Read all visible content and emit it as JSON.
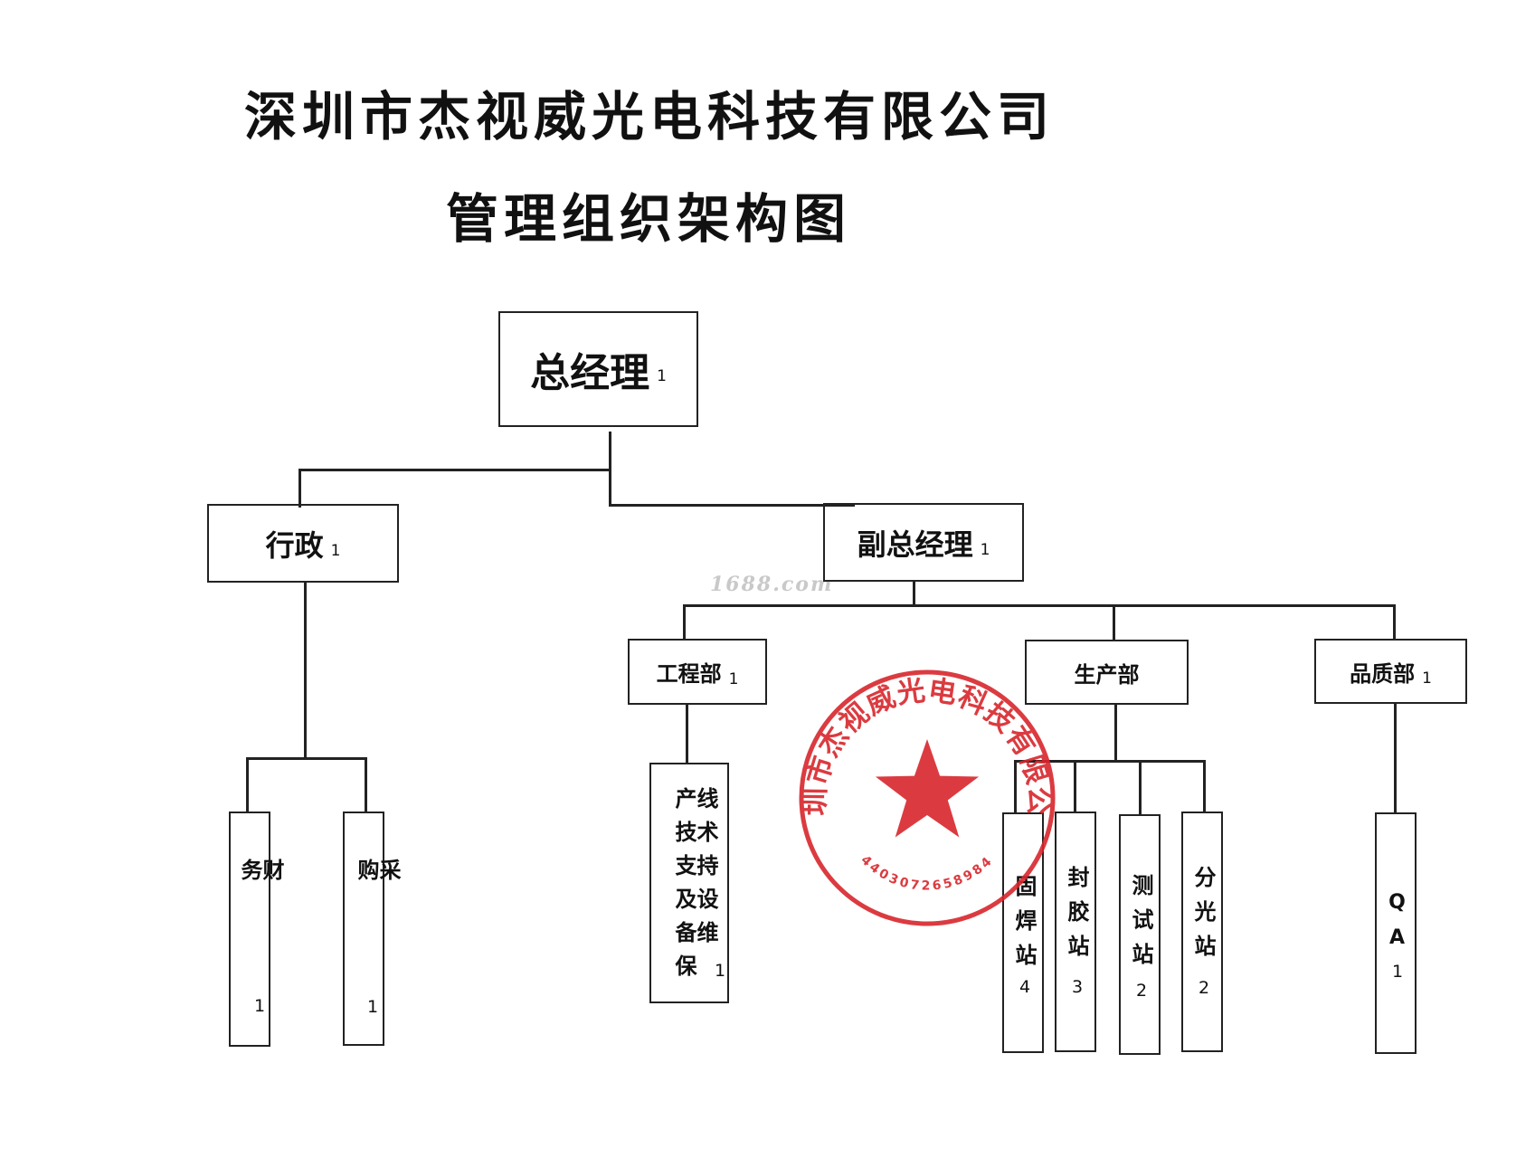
{
  "title": "深圳市杰视威光电科技有限公司",
  "subtitle": "管理组织架构图",
  "watermark": "1688.com",
  "stamp": {
    "text": "深圳市杰视威光电科技有限公司",
    "code": "4403072658984",
    "color": "#d8262c"
  },
  "nodes": {
    "general_manager": {
      "label": "总经理",
      "count": "1"
    },
    "administration": {
      "label": "行政",
      "count": "1"
    },
    "deputy_gm": {
      "label": "副总经理",
      "count": "1"
    },
    "engineering": {
      "label": "工程部",
      "count": "1"
    },
    "production": {
      "label": "生产部"
    },
    "quality": {
      "label": "品质部",
      "count": "1"
    },
    "finance": {
      "label": "财务",
      "count": "1"
    },
    "purchasing": {
      "label": "采购",
      "count": "1"
    },
    "line_tech_support": {
      "col1": "产技支及备保",
      "col2": "线术持设维",
      "count": "1"
    },
    "die_bonding": {
      "label": "固焊站",
      "count": "4"
    },
    "encapsulation": {
      "label": "封胶站",
      "count": "3"
    },
    "testing": {
      "label": "测试站",
      "count": "2"
    },
    "sorting": {
      "label": "分光站",
      "count": "2"
    },
    "qa": {
      "label": "QA",
      "count": "1"
    }
  }
}
